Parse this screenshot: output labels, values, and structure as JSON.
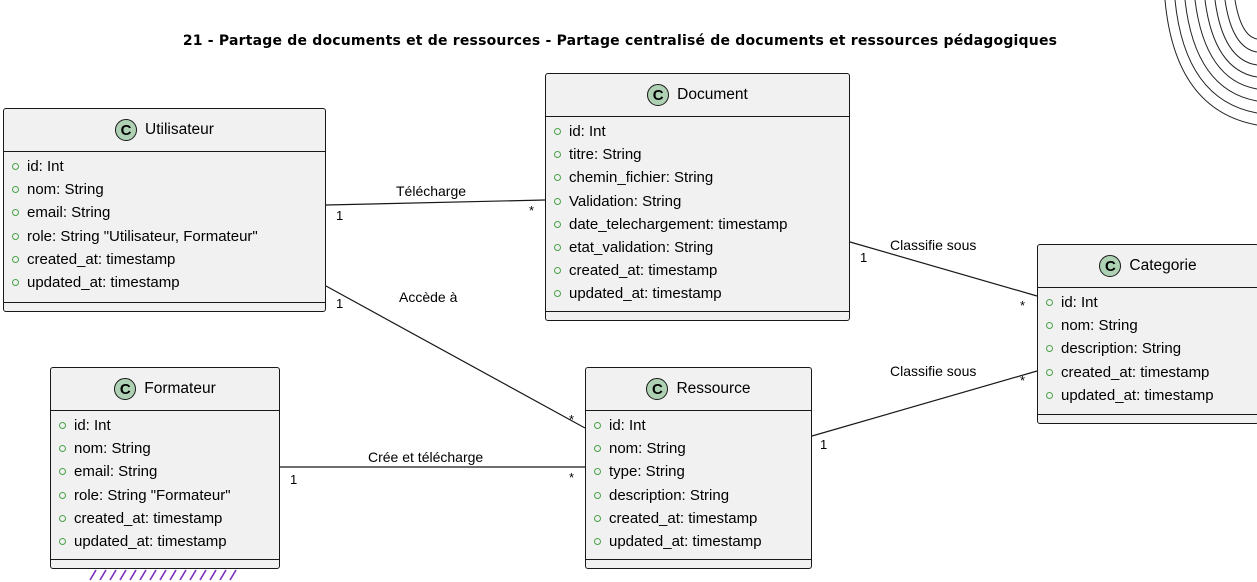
{
  "title": "21 - Partage de documents et de ressources - Partage centralisé de documents et ressources pédagogiques",
  "badge": "C",
  "classes": {
    "utilisateur": {
      "name": "Utilisateur",
      "attrs": [
        "id: Int",
        "nom: String",
        "email: String",
        "role: String \"Utilisateur, Formateur\"",
        "created_at: timestamp",
        "updated_at: timestamp"
      ]
    },
    "document": {
      "name": "Document",
      "attrs": [
        "id: Int",
        "titre: String",
        "chemin_fichier: String",
        "Validation: String",
        "date_telechargement: timestamp",
        "etat_validation: String",
        "created_at: timestamp",
        "updated_at: timestamp"
      ]
    },
    "categorie": {
      "name": "Categorie",
      "attrs": [
        "id: Int",
        "nom: String",
        "description: String",
        "created_at: timestamp",
        "updated_at: timestamp"
      ]
    },
    "formateur": {
      "name": "Formateur",
      "attrs": [
        "id: Int",
        "nom: String",
        "email: String",
        "role: String \"Formateur\"",
        "created_at: timestamp",
        "updated_at: timestamp"
      ]
    },
    "ressource": {
      "name": "Ressource",
      "attrs": [
        "id: Int",
        "nom: String",
        "type: String",
        "description: String",
        "created_at: timestamp",
        "updated_at: timestamp"
      ]
    }
  },
  "relations": {
    "telecharge": {
      "label": "Télécharge",
      "from_mult": "1",
      "to_mult": "*"
    },
    "accede": {
      "label": "Accède à",
      "from_mult": "1",
      "to_mult": "*"
    },
    "classifie_doc": {
      "label": "Classifie sous",
      "from_mult": "1",
      "to_mult": "*"
    },
    "classifie_res": {
      "label": "Classifie sous",
      "from_mult": "1",
      "to_mult": "*"
    },
    "cree": {
      "label": "Crée et télécharge",
      "from_mult": "1",
      "to_mult": "*"
    }
  },
  "colors": {
    "class_bg": "#f1f1f1",
    "badge_bg": "#add1b2",
    "attr_dot": "#4aa34a",
    "accent_stripes": "#7b2fbe"
  }
}
